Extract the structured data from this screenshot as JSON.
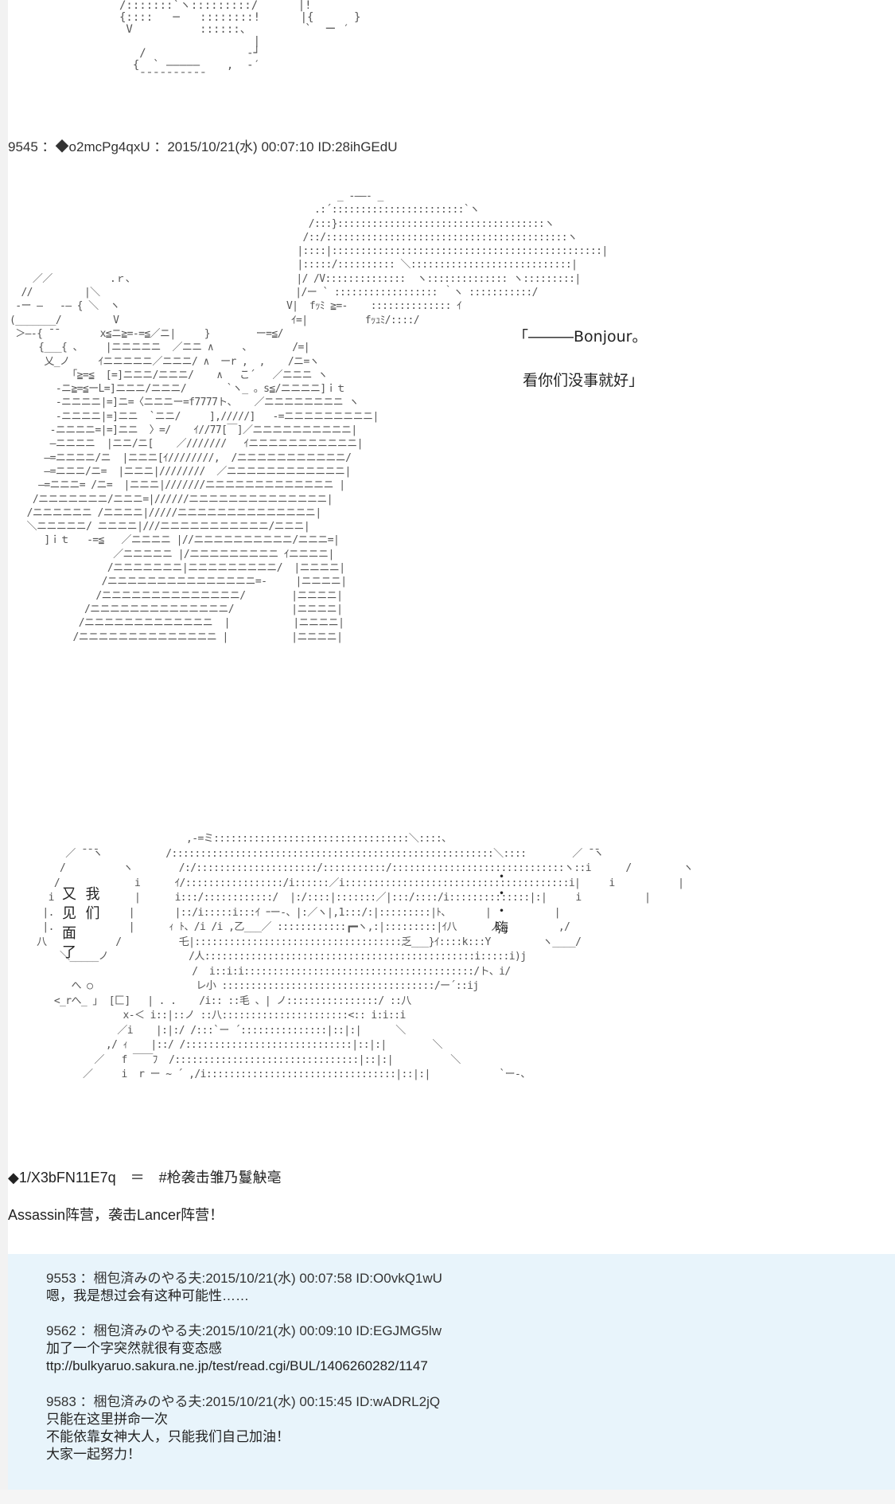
{
  "post": {
    "header": "9545 ：◆o2mcPg4qxU ：2015/10/21(水) 00:07:10 ID:28ihGEdU",
    "speech_lines": "「―――Bonjour。\n\n  看你们没事就好」",
    "bubble_left": "又  我\n见  们\n面\n了",
    "bubble_right": "・\n・\n・\n嗨",
    "trip_line": "◆1/X3bFN11E7q　＝　#枪袭击雏乃鬘觖亳",
    "caption": "Assassin阵营，袭击Lancer阵营！"
  },
  "comments": [
    {
      "header": "9553 ：梱包済みのやる夫:2015/10/21(水) 00:07:58 ID:O0vkQ1wU",
      "lines": [
        "嗯，我是想过会有这种可能性……"
      ]
    },
    {
      "header": "9562 ：梱包済みのやる夫:2015/10/21(水) 00:09:10 ID:EGJMG5lw",
      "lines": [
        "加了一个字突然就很有变态感",
        "ttp://bulkyaruo.sakura.ne.jp/test/read.cgi/BUL/1406260282/1147"
      ]
    },
    {
      "header": "9583 ：梱包済みのやる夫:2015/10/21(水) 00:15:45 ID:wADRL2jQ",
      "lines": [
        "只能在这里拼命一次",
        "不能依靠女神大人，只能我们自己加油！",
        "大家一起努力！"
      ]
    }
  ]
}
